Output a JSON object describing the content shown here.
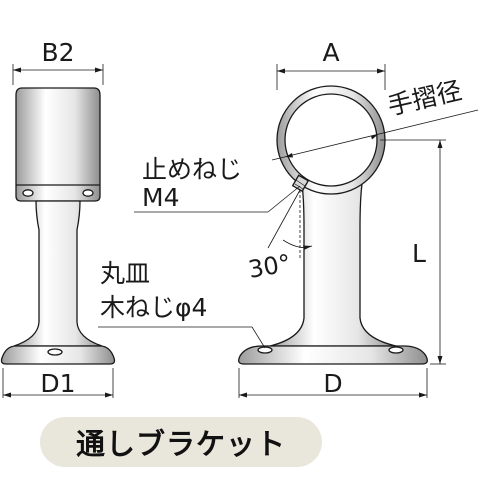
{
  "labels": {
    "b2": "B2",
    "a": "A",
    "handrail_diameter": "手摺径",
    "set_screw_line1": "止めねじ",
    "set_screw_line2": "M4",
    "angle": "30°",
    "l": "L",
    "round_screw_line1": "丸皿",
    "round_screw_line2": "木ねじφ4",
    "d1": "D1",
    "d": "D"
  },
  "title": "通しブラケット",
  "colors": {
    "line": "#1a1a1a",
    "badge_bg": "#e9e6dc"
  }
}
